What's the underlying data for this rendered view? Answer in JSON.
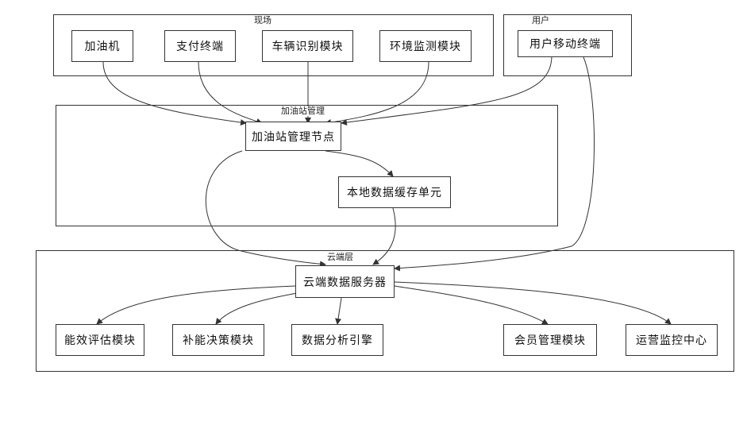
{
  "groups": {
    "site": "现场",
    "user": "用户",
    "station": "加油站管理",
    "cloud": "云端层"
  },
  "nodes": {
    "dispenser": "加油机",
    "payment_terminal": "支付终端",
    "vehicle_recognition": "车辆识别模块",
    "env_monitor": "环境监测模块",
    "user_mobile": "用户移动终端",
    "station_node": "加油站管理节点",
    "local_cache": "本地数据缓存单元",
    "cloud_server": "云端数据服务器",
    "efficiency_eval": "能效评估模块",
    "refuel_decision": "补能决策模块",
    "data_analysis": "数据分析引擎",
    "member_mgmt": "会员管理模块",
    "ops_monitor": "运营监控中心"
  }
}
